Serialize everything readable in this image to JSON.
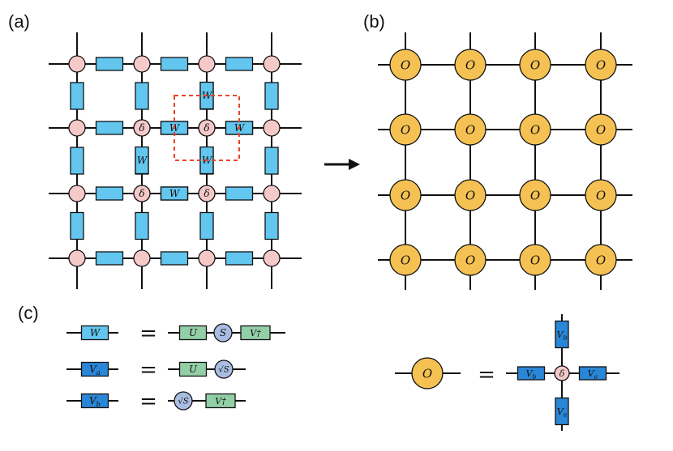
{
  "panels": {
    "a": "(a)",
    "b": "(b)",
    "c": "(c)"
  },
  "tensors": {
    "W": "W",
    "delta": "δ",
    "O": "O",
    "U": "U",
    "S": "S",
    "Vdag": "V†",
    "sqrtS": "√S",
    "Va": "V",
    "Va_sub": "a",
    "Vb": "V",
    "Vb_sub": "b"
  },
  "equation": {
    "equals": "="
  },
  "colors": {
    "node_pink": "#f6c9c9",
    "bond_cyan": "#62c6ef",
    "bond_blue": "#2a86d6",
    "node_orange": "#f5c152",
    "green_box": "#93cfa6",
    "s_circle": "#a9bde2",
    "highlight": "#e8452a",
    "line": "#111111"
  }
}
